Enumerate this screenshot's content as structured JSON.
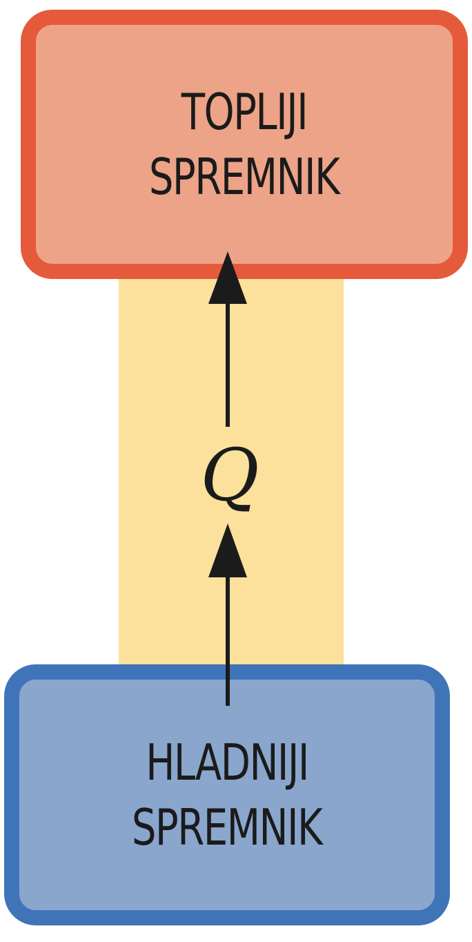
{
  "diagram": {
    "hot_reservoir": {
      "line1": "TOPLIJI",
      "line2": "SPREMNIK"
    },
    "cold_reservoir": {
      "line1": "HLADNIJI",
      "line2": "SPREMNIK"
    },
    "heat_label": "Q",
    "colors": {
      "hot_fill": "#eda388",
      "hot_border": "#e55a3a",
      "cold_fill": "#8aa6cd",
      "cold_border": "#3f74b8",
      "flow_band": "#fbe19b",
      "arrow": "#1b1b1b"
    }
  }
}
